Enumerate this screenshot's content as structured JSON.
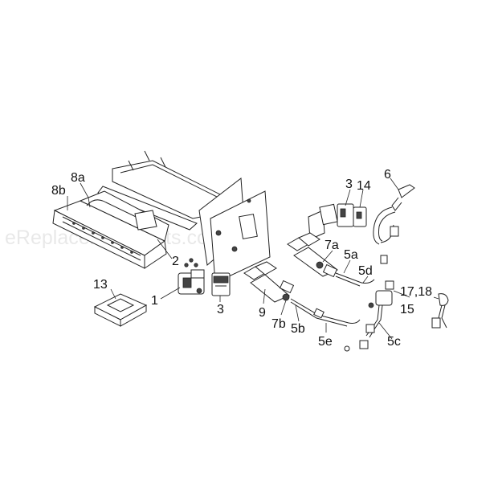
{
  "watermark": "eReplacementParts.com",
  "labels": {
    "p8a": "8a",
    "p8b": "8b",
    "p2": "2",
    "p13": "13",
    "p1": "1",
    "p3_lower": "3",
    "p3_upper": "3",
    "p14": "14",
    "p6": "6",
    "p7a": "7a",
    "p5a": "5a",
    "p5d": "5d",
    "p9": "9",
    "p7b": "7b",
    "p5b": "5b",
    "p5e": "5e",
    "p17_18": "17,18",
    "p15": "15",
    "p5c": "5c"
  }
}
